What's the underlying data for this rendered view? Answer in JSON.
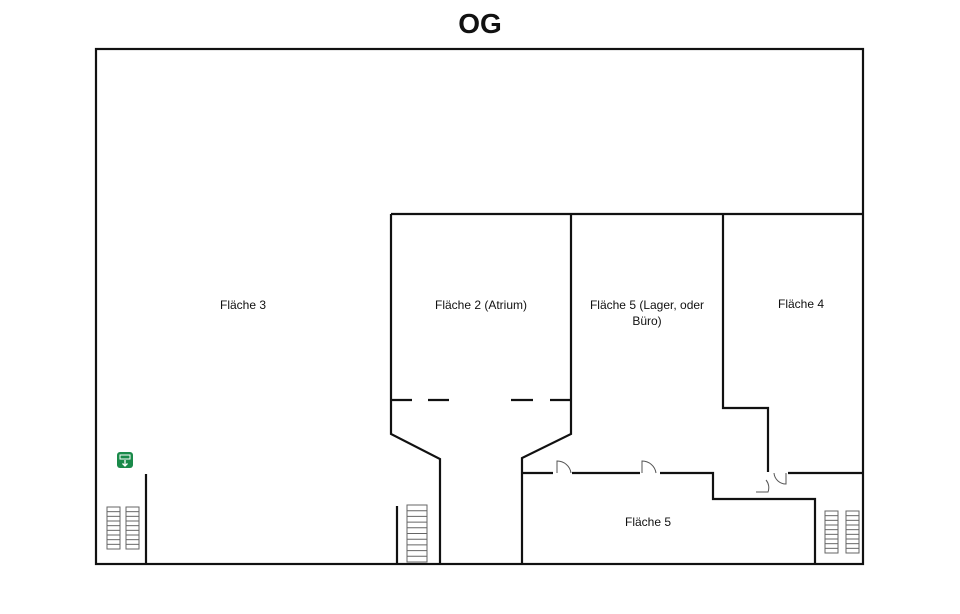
{
  "title": "OG",
  "rooms": {
    "flaeche3": "Fläche 3",
    "flaeche2": "Fläche 2 (Atrium)",
    "flaeche5_upper_line1": "Fläche 5 (Lager, oder",
    "flaeche5_upper_line2": "Büro)",
    "flaeche4": "Fläche 4",
    "flaeche5_lower": "Fläche 5"
  },
  "colors": {
    "exit_sign": "#1a8a4a",
    "wall": "#111111"
  },
  "icons": {
    "exit": "emergency-exit-icon",
    "stairs": "stairs-icon",
    "door": "door-icon"
  }
}
